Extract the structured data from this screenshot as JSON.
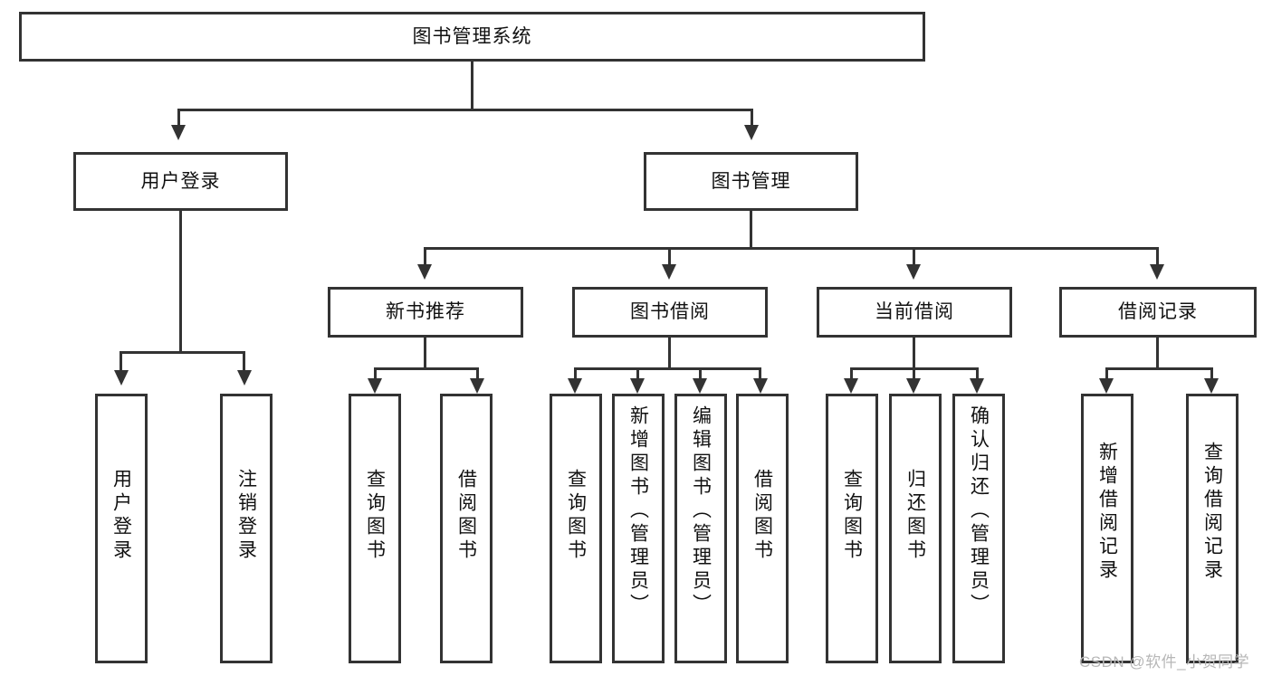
{
  "diagram": {
    "type": "tree-hierarchy",
    "title": "图书管理系统",
    "root": {
      "label": "图书管理系统"
    },
    "level1": [
      {
        "label": "用户登录"
      },
      {
        "label": "图书管理"
      }
    ],
    "level2": [
      {
        "label": "新书推荐"
      },
      {
        "label": "图书借阅"
      },
      {
        "label": "当前借阅"
      },
      {
        "label": "借阅记录"
      }
    ],
    "leaves": {
      "user_login": [
        {
          "label": "用户登录"
        },
        {
          "label": "注销登录"
        }
      ],
      "new_book_recommend": [
        {
          "label": "查询图书"
        },
        {
          "label": "借阅图书"
        }
      ],
      "book_borrow": [
        {
          "label": "查询图书"
        },
        {
          "label": "新增图书（管理员）"
        },
        {
          "label": "编辑图书（管理员）"
        },
        {
          "label": "借阅图书"
        }
      ],
      "current_borrow": [
        {
          "label": "查询图书"
        },
        {
          "label": "归还图书"
        },
        {
          "label": "确认归还（管理员）"
        }
      ],
      "borrow_record": [
        {
          "label": "新增借阅记录"
        },
        {
          "label": "查询借阅记录"
        }
      ]
    }
  },
  "watermark": {
    "text": "CSDN @软件_小贺同学"
  },
  "colors": {
    "stroke": "#333333",
    "fill": "#ffffff",
    "text": "#111111",
    "watermark": "#b7b7b7"
  }
}
